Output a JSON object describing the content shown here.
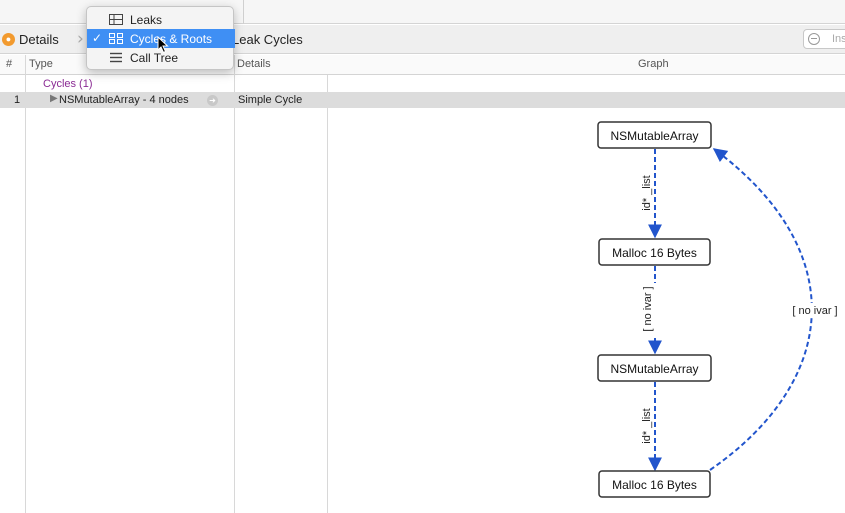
{
  "jumpbar": {
    "details_label": "Details",
    "leak_cycles_label": "Leak Cycles",
    "search_placeholder": "Ins"
  },
  "columns": {
    "number": "#",
    "type": "Type",
    "details": "Details",
    "graph": "Graph"
  },
  "table": {
    "group_label": "Cycles (1)",
    "rows": [
      {
        "number": "1",
        "type": "NSMutableArray - 4 nodes",
        "details": "Simple Cycle"
      }
    ]
  },
  "menu": {
    "items": [
      {
        "label": "Leaks",
        "icon": "table-icon",
        "checked": false
      },
      {
        "label": "Cycles & Roots",
        "icon": "cycles-icon",
        "checked": true
      },
      {
        "label": "Call Tree",
        "icon": "list-icon",
        "checked": false
      }
    ]
  },
  "graph": {
    "nodes": [
      "NSMutableArray",
      "Malloc 16 Bytes",
      "NSMutableArray",
      "Malloc 16 Bytes"
    ],
    "edges": [
      {
        "from": 0,
        "to": 1,
        "label": "id* _list"
      },
      {
        "from": 1,
        "to": 2,
        "label": "[ no ivar ]"
      },
      {
        "from": 2,
        "to": 3,
        "label": "id* _list"
      },
      {
        "from": 3,
        "to": 0,
        "label": "[ no ivar ]"
      }
    ],
    "edge_color": "#2255cc"
  },
  "colors": {
    "selection": "#3f8ff4",
    "group_label": "#8b2c94",
    "row_highlight": "#dcdcdc"
  }
}
